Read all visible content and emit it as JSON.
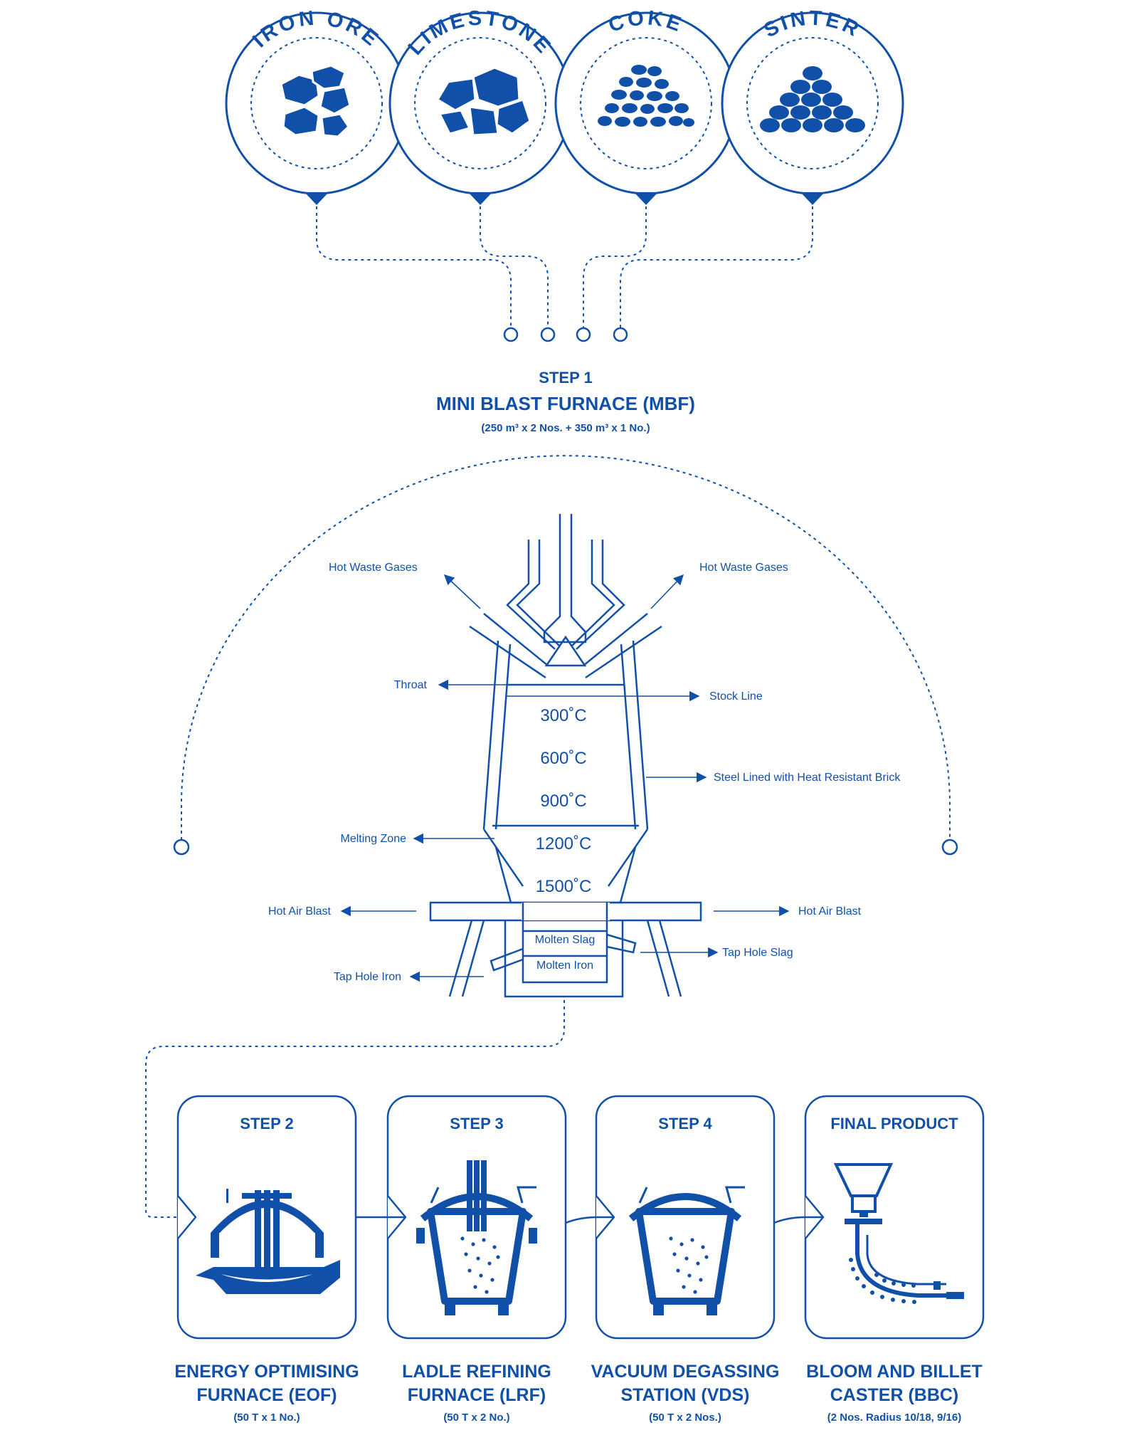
{
  "raw_materials": [
    {
      "label": "IRON ORE"
    },
    {
      "label": "LIMESTONE"
    },
    {
      "label": "COKE"
    },
    {
      "label": "SINTER"
    }
  ],
  "step1": {
    "step": "STEP 1",
    "title": "MINI BLAST FURNACE (MBF)",
    "capacity": "(250 m³ x 2 Nos. + 350 m³ x 1 No.)"
  },
  "furnace": {
    "hot_waste_left": "Hot Waste Gases",
    "hot_waste_right": "Hot Waste Gases",
    "throat": "Throat",
    "stock_line": "Stock Line",
    "steel_lined": "Steel Lined with Heat Resistant Brick",
    "melting_zone": "Melting Zone",
    "hot_air_left": "Hot Air Blast",
    "hot_air_right": "Hot Air Blast",
    "tap_hole_slag": "Tap Hole Slag",
    "tap_hole_iron": "Tap Hole Iron",
    "molten_slag": "Molten Slag",
    "molten_iron": "Molten Iron",
    "temps": [
      "300˚C",
      "600˚C",
      "900˚C",
      "1200˚C",
      "1500˚C"
    ]
  },
  "stages": [
    {
      "step": "STEP 2",
      "name1": "ENERGY OPTIMISING",
      "name2": "FURNACE (EOF)",
      "cap": "(50 T x 1 No.)"
    },
    {
      "step": "STEP 3",
      "name1": "LADLE REFINING",
      "name2": "FURNACE (LRF)",
      "cap": "(50 T x 2 No.)"
    },
    {
      "step": "STEP 4",
      "name1": "VACUUM DEGASSING",
      "name2": "STATION (VDS)",
      "cap": "(50 T x 2 Nos.)"
    },
    {
      "step": "FINAL PRODUCT",
      "name1": "BLOOM AND BILLET",
      "name2": "CASTER (BBC)",
      "cap": "(2 Nos. Radius 10/18, 9/16)"
    }
  ],
  "colors": {
    "primary": "#1150a8",
    "background": "#ffffff"
  }
}
